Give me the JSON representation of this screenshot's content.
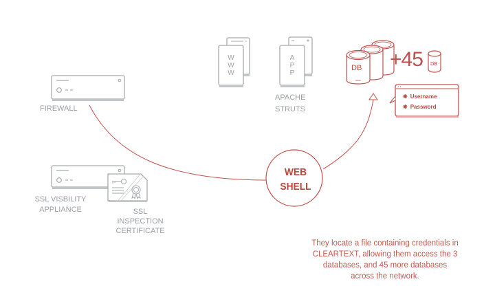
{
  "colors": {
    "accent": "#c0504d",
    "icon_gray": "#a7aaae",
    "label_gray": "#9b9ea3"
  },
  "nodes": {
    "firewall": {
      "label": "FIREWALL",
      "icon": "server-appliance-icon"
    },
    "ssl_appliance": {
      "label_line1": "SSL VISBILITY",
      "label_line2": "APPLIANCE",
      "icon": "server-appliance-icon"
    },
    "ssl_certificate": {
      "label_line1": "SSL",
      "label_line2": "INSPECTION",
      "label_line3": "CERTIFICATE",
      "icon": "certificate-icon"
    },
    "www_server": {
      "letters": [
        "W",
        "W",
        "W"
      ],
      "icon": "web-server-icon"
    },
    "app_server": {
      "letters": [
        "A",
        "P",
        "P"
      ],
      "label_line1": "APACHE",
      "label_line2": "STRUTS",
      "icon": "app-server-icon"
    },
    "web_shell": {
      "line1": "WEB",
      "line2": "SHELL"
    },
    "databases": {
      "label": "DB",
      "count": 3,
      "icon": "database-stack-icon"
    },
    "more_databases": {
      "prefix": "+45",
      "label": "DB",
      "icon": "database-icon"
    },
    "credentials": {
      "username": "Username",
      "password": "Password",
      "icon": "credentials-window-icon"
    }
  },
  "caption": {
    "line1": "They locate a file containing credentials in",
    "line2": "CLEARTEXT, allowing them access the 3",
    "line3": "databases, and 45 more databases",
    "line4": "across the network."
  }
}
